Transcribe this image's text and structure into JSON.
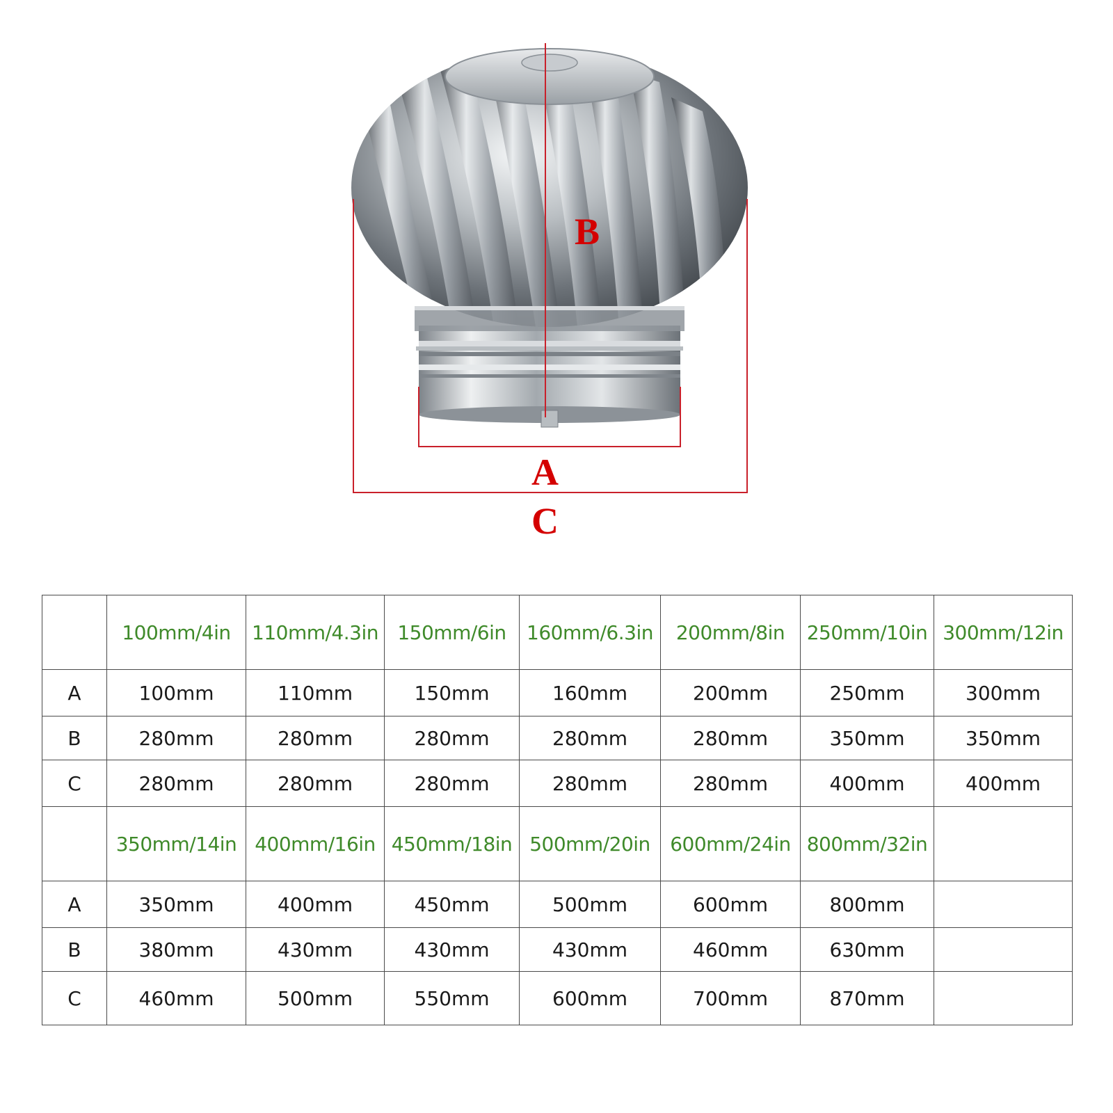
{
  "labels": {
    "a": "A",
    "b": "B",
    "c": "C"
  },
  "colors": {
    "dimension": "#d40000",
    "size_header": "#3f8a2a",
    "border": "#4a4a4a"
  },
  "table1": {
    "headers": [
      "100mm/4in",
      "110mm/4.3in",
      "150mm/6in",
      "160mm/6.3in",
      "200mm/8in",
      "250mm/10in",
      "300mm/12in"
    ],
    "rows": [
      {
        "label": "A",
        "values": [
          "100mm",
          "110mm",
          "150mm",
          "160mm",
          "200mm",
          "250mm",
          "300mm"
        ]
      },
      {
        "label": "B",
        "values": [
          "280mm",
          "280mm",
          "280mm",
          "280mm",
          "280mm",
          "350mm",
          "350mm"
        ]
      },
      {
        "label": "C",
        "values": [
          "280mm",
          "280mm",
          "280mm",
          "280mm",
          "280mm",
          "400mm",
          "400mm"
        ]
      }
    ]
  },
  "table2": {
    "headers": [
      "350mm/14in",
      "400mm/16in",
      "450mm/18in",
      "500mm/20in",
      "600mm/24in",
      "800mm/32in"
    ],
    "rows": [
      {
        "label": "A",
        "values": [
          "350mm",
          "400mm",
          "450mm",
          "500mm",
          "600mm",
          "800mm"
        ]
      },
      {
        "label": "B",
        "values": [
          "380mm",
          "430mm",
          "430mm",
          "430mm",
          "460mm",
          "630mm"
        ]
      },
      {
        "label": "C",
        "values": [
          "460mm",
          "500mm",
          "550mm",
          "600mm",
          "700mm",
          "870mm"
        ]
      }
    ]
  }
}
